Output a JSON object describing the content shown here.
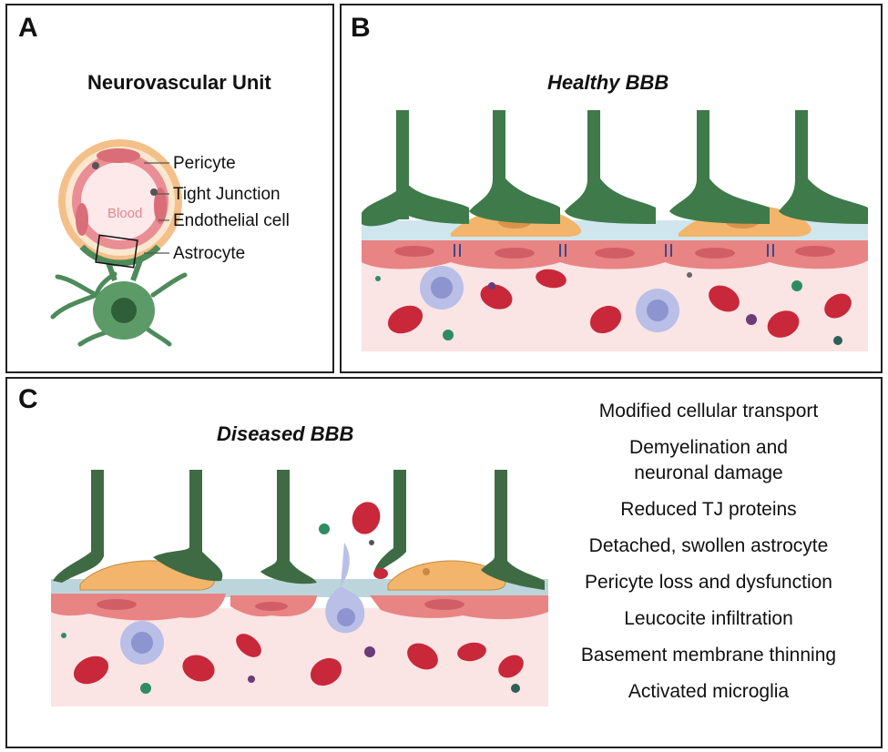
{
  "panel_a": {
    "letter": "A",
    "title": "Neurovascular Unit",
    "blood_label": "Blood",
    "labels": [
      "Pericyte",
      "Tight Junction",
      "Endothelial cell",
      "Astrocyte"
    ]
  },
  "panel_b": {
    "letter": "B",
    "title": "Healthy BBB"
  },
  "panel_c": {
    "letter": "C",
    "title": "Diseased BBB",
    "features": [
      [
        "Modified cellular transport"
      ],
      [
        "Demyelination and",
        "neuronal damage"
      ],
      [
        "Reduced TJ proteins"
      ],
      [
        "Detached, swollen astrocyte"
      ],
      [
        "Pericyte loss and dysfunction"
      ],
      [
        "Leucocite infiltration"
      ],
      [
        "Basement membrane thinning"
      ],
      [
        "Activated microglia"
      ]
    ]
  },
  "colors": {
    "astrocyte": "#3f7a4a",
    "pericyte": "#f2b56b",
    "endothelium": "#e98484",
    "blood_bg": "#fbe4e4",
    "basement": "#cfe6ee",
    "rbc": "#c8283a",
    "leukocyte": "#b9bfe6"
  }
}
